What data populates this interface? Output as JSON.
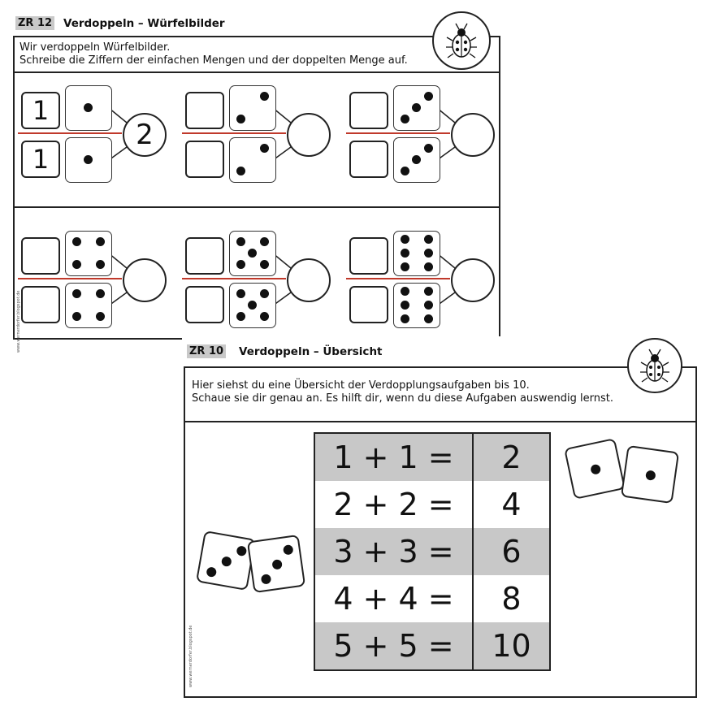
{
  "sheet1": {
    "tag": "ZR 12",
    "title": "Verdoppeln – Würfelbilder",
    "line1": "Wir verdoppeln Würfelbilder.",
    "line2": "Schreibe die Ziffern der einfachen Mengen und der doppelten Menge auf.",
    "credit": "www.wernerdorfer.blogspot.de",
    "example": {
      "top": "1",
      "bottom": "1",
      "result": "2"
    },
    "pip_counts": [
      1,
      2,
      3,
      4,
      5,
      6
    ]
  },
  "sheet2": {
    "tag": "ZR 10",
    "title": "Verdoppeln – Übersicht",
    "line1": "Hier siehst du eine Übersicht der Verdopplungsaufgaben bis 10.",
    "line2": "Schaue sie dir genau an. Es hilft dir, wenn du diese Aufgaben auswendig lernst.",
    "credit": "www.wernerdorfer.blogspot.de",
    "rows": [
      {
        "eq": "1 + 1 =",
        "res": "2"
      },
      {
        "eq": "2 + 2 =",
        "res": "4"
      },
      {
        "eq": "3 + 3 =",
        "res": "6"
      },
      {
        "eq": "4 + 4 =",
        "res": "8"
      },
      {
        "eq": "5 + 5 =",
        "res": "10"
      }
    ],
    "dice_right": [
      1,
      1
    ],
    "dice_left": [
      3,
      3
    ]
  }
}
